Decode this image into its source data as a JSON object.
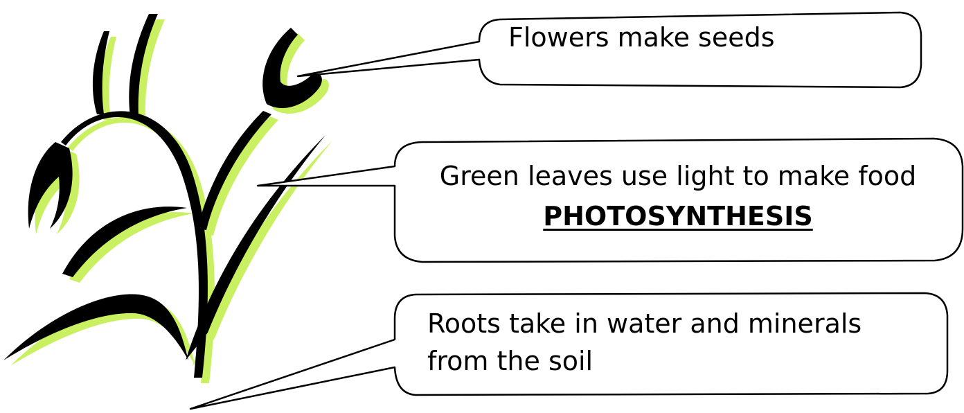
{
  "callouts": {
    "flowers": {
      "text": "Flowers make seeds"
    },
    "leaves": {
      "line1": "Green leaves use light to make food",
      "line2": "PHOTOSYNTHESIS"
    },
    "roots": {
      "line1": "Roots take in water and minerals",
      "line2": "from the soil"
    }
  },
  "colors": {
    "plant": "#000000",
    "plant_shadow": "#c8f060",
    "callout_border": "#000000",
    "background": "#ffffff"
  },
  "icons": {
    "plant": "plant-clipart-icon"
  }
}
